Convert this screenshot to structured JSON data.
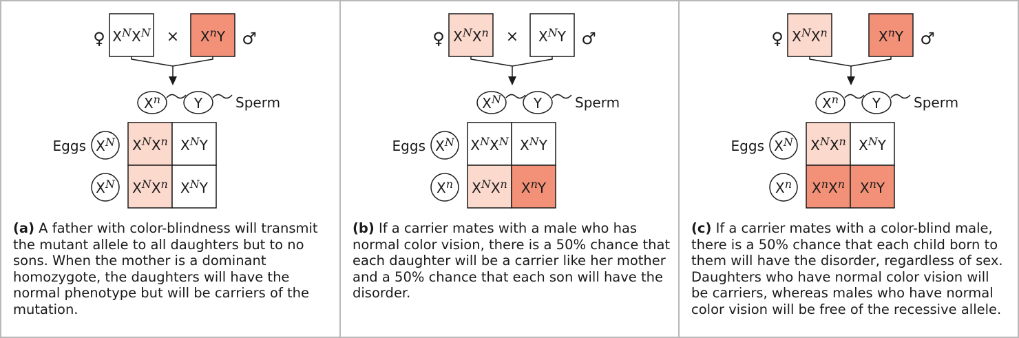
{
  "symbols": {
    "female": "♀",
    "male": "♂",
    "cross": "×"
  },
  "labels": {
    "sperm": "Sperm",
    "eggs": "Eggs"
  },
  "colors": {
    "border": "#1a1a1a",
    "carrier": "#fbd9cd",
    "affected": "#f29178",
    "normal": "#ffffff",
    "frame": "#b8b8b8"
  },
  "panels": [
    {
      "id": "a",
      "mother": {
        "genotype": [
          [
            "X",
            ""
          ],
          [
            "N",
            "sup"
          ],
          [
            "X",
            ""
          ],
          [
            "N",
            "sup"
          ]
        ],
        "status": "normal"
      },
      "father": {
        "genotype": [
          [
            "X",
            ""
          ],
          [
            "n",
            "sup"
          ],
          [
            "Y",
            ""
          ]
        ],
        "status": "affected"
      },
      "show_cross": true,
      "sperm": [
        [
          [
            "X",
            ""
          ],
          [
            "n",
            "sup"
          ]
        ],
        [
          [
            "Y",
            ""
          ]
        ]
      ],
      "eggs": [
        [
          [
            "X",
            ""
          ],
          [
            "N",
            "sup"
          ]
        ],
        [
          [
            "X",
            ""
          ],
          [
            "N",
            "sup"
          ]
        ]
      ],
      "cells": [
        [
          {
            "genotype": [
              [
                "X",
                ""
              ],
              [
                "N",
                "sup"
              ],
              [
                "X",
                ""
              ],
              [
                "n",
                "sup"
              ]
            ],
            "status": "carrier"
          },
          {
            "genotype": [
              [
                "X",
                ""
              ],
              [
                "N",
                "sup"
              ],
              [
                "Y",
                ""
              ]
            ],
            "status": "normal"
          }
        ],
        [
          {
            "genotype": [
              [
                "X",
                ""
              ],
              [
                "N",
                "sup"
              ],
              [
                "X",
                ""
              ],
              [
                "n",
                "sup"
              ]
            ],
            "status": "carrier"
          },
          {
            "genotype": [
              [
                "X",
                ""
              ],
              [
                "N",
                "sup"
              ],
              [
                "Y",
                ""
              ]
            ],
            "status": "normal"
          }
        ]
      ],
      "caption_label": "(a)",
      "caption_text": " A father with color-blindness will transmit the mutant allele to all daughters but to no sons. When the mother is a dominant homozygote, the daughters will have the normal phenotype but will be carriers of the mutation."
    },
    {
      "id": "b",
      "mother": {
        "genotype": [
          [
            "X",
            ""
          ],
          [
            "N",
            "sup"
          ],
          [
            "X",
            ""
          ],
          [
            "n",
            "sup"
          ]
        ],
        "status": "carrier"
      },
      "father": {
        "genotype": [
          [
            "X",
            ""
          ],
          [
            "N",
            "sup"
          ],
          [
            "Y",
            ""
          ]
        ],
        "status": "normal"
      },
      "show_cross": true,
      "sperm": [
        [
          [
            "X",
            ""
          ],
          [
            "N",
            "sup"
          ]
        ],
        [
          [
            "Y",
            ""
          ]
        ]
      ],
      "eggs": [
        [
          [
            "X",
            ""
          ],
          [
            "N",
            "sup"
          ]
        ],
        [
          [
            "X",
            ""
          ],
          [
            "n",
            "sup"
          ]
        ]
      ],
      "cells": [
        [
          {
            "genotype": [
              [
                "X",
                ""
              ],
              [
                "N",
                "sup"
              ],
              [
                "X",
                ""
              ],
              [
                "N",
                "sup"
              ]
            ],
            "status": "normal"
          },
          {
            "genotype": [
              [
                "X",
                ""
              ],
              [
                "N",
                "sup"
              ],
              [
                "Y",
                ""
              ]
            ],
            "status": "normal"
          }
        ],
        [
          {
            "genotype": [
              [
                "X",
                ""
              ],
              [
                "N",
                "sup"
              ],
              [
                "X",
                ""
              ],
              [
                "n",
                "sup"
              ]
            ],
            "status": "carrier"
          },
          {
            "genotype": [
              [
                "X",
                ""
              ],
              [
                "n",
                "sup"
              ],
              [
                "Y",
                ""
              ]
            ],
            "status": "affected"
          }
        ]
      ],
      "caption_label": "(b)",
      "caption_text": " If a carrier mates with a male who has normal color vision, there is a 50% chance that each daughter will be a carrier like her mother and a 50% chance that each son will have the disorder."
    },
    {
      "id": "c",
      "mother": {
        "genotype": [
          [
            "X",
            ""
          ],
          [
            "N",
            "sup"
          ],
          [
            "X",
            ""
          ],
          [
            "n",
            "sup"
          ]
        ],
        "status": "carrier"
      },
      "father": {
        "genotype": [
          [
            "X",
            ""
          ],
          [
            "n",
            "sup"
          ],
          [
            "Y",
            ""
          ]
        ],
        "status": "affected"
      },
      "show_cross": false,
      "sperm": [
        [
          [
            "X",
            ""
          ],
          [
            "n",
            "sup"
          ]
        ],
        [
          [
            "Y",
            ""
          ]
        ]
      ],
      "eggs": [
        [
          [
            "X",
            ""
          ],
          [
            "N",
            "sup"
          ]
        ],
        [
          [
            "X",
            ""
          ],
          [
            "n",
            "sup"
          ]
        ]
      ],
      "cells": [
        [
          {
            "genotype": [
              [
                "X",
                ""
              ],
              [
                "N",
                "sup"
              ],
              [
                "X",
                ""
              ],
              [
                "n",
                "sup"
              ]
            ],
            "status": "carrier"
          },
          {
            "genotype": [
              [
                "X",
                ""
              ],
              [
                "N",
                "sup"
              ],
              [
                "Y",
                ""
              ]
            ],
            "status": "normal"
          }
        ],
        [
          {
            "genotype": [
              [
                "X",
                ""
              ],
              [
                "n",
                "sup"
              ],
              [
                "X",
                ""
              ],
              [
                "n",
                "sup"
              ]
            ],
            "status": "affected"
          },
          {
            "genotype": [
              [
                "X",
                ""
              ],
              [
                "n",
                "sup"
              ],
              [
                "Y",
                ""
              ]
            ],
            "status": "affected"
          }
        ]
      ],
      "caption_label": "(c)",
      "caption_text": " If a carrier mates with a color-blind male, there is a 50% chance that each child born to them will have the disorder, regardless of sex. Daughters who have normal color vision will be carriers, whereas males who have normal color vision will be free of the recessive allele."
    }
  ]
}
